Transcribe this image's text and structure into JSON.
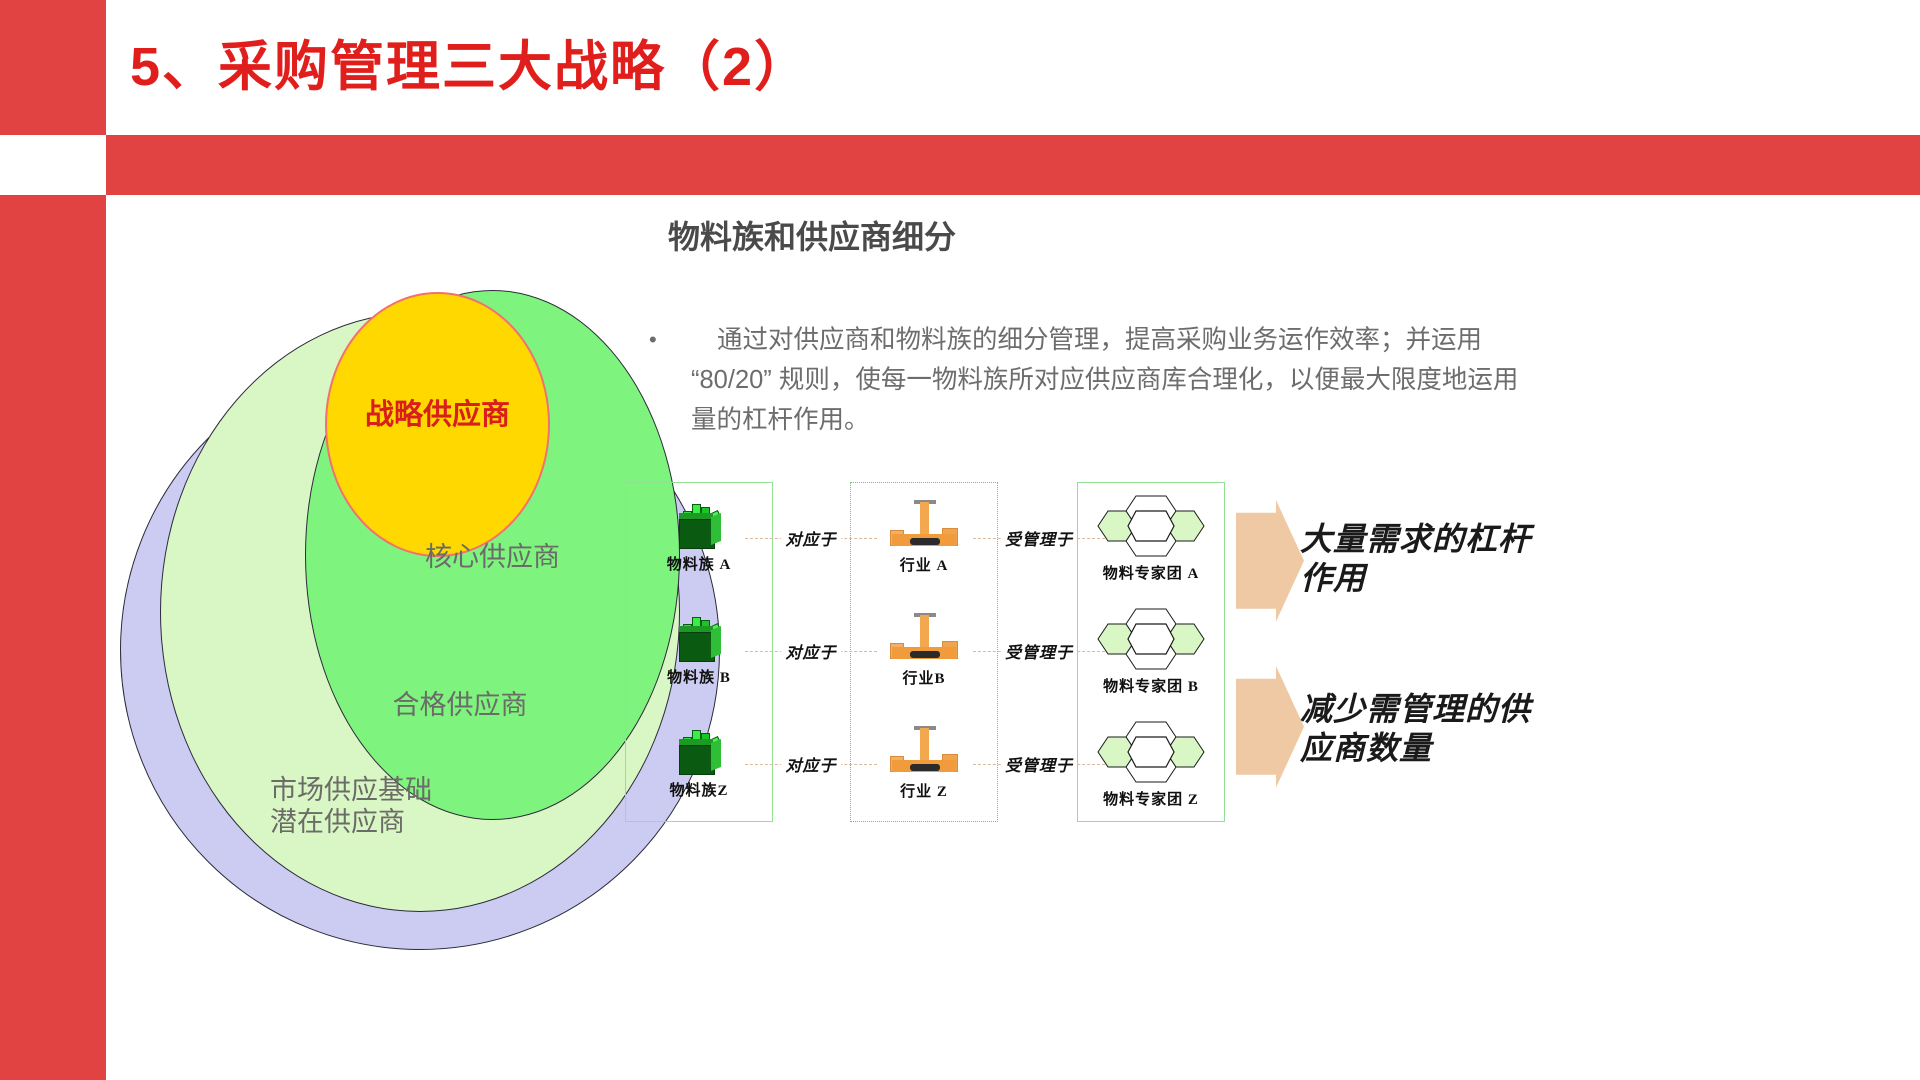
{
  "slide": {
    "title": "5、采购管理三大战略（2）",
    "accent_red": "#e04341",
    "title_red": "#e01f1c"
  },
  "venn": {
    "strategic": "战略供应商",
    "core": "核心供应商",
    "qualified": "合格供应商",
    "base": "市场供应基础\n潜在供应商",
    "colors": {
      "strategic": "#ffd800",
      "strategic_border": "#f2706e",
      "core": "#7ef47e",
      "qualified": "#d9f7c4",
      "base": "#ccccf2"
    }
  },
  "right": {
    "subheading": "物料族和供应商细分",
    "bullet_marker": "•",
    "bullet_text": "通过对供应商和物料族的细分管理，提高采购业务运作效率；并运用 “80/20” 规则，使每一物料族所对应供应商库合理化，以便最大限度地运用量的杠杆作用。"
  },
  "flow": {
    "columns": {
      "material": {
        "icon": "material-crate-icon"
      },
      "industry": {
        "icon": "industry-forklift-icon"
      },
      "expert": {
        "icon": "expert-hexagon-icon"
      }
    },
    "rows": [
      {
        "material": "物料族 A",
        "connector1": "对应于",
        "industry": "行业 A",
        "connector2": "受管理于",
        "expert": "物料专家团 A"
      },
      {
        "material": "物料族 B",
        "connector1": "对应于",
        "industry": "行业B",
        "connector2": "受管理于",
        "expert": "物料专家团 B"
      },
      {
        "material": "物料族Z",
        "connector1": "对应于",
        "industry": "行业 Z",
        "connector2": "受管理于",
        "expert": "物料专家团 Z"
      }
    ]
  },
  "callouts": {
    "color": "#eec9a4",
    "items": [
      {
        "text": "大量需求的杠杆作用"
      },
      {
        "text": "减少需管理的供应商数量"
      }
    ]
  }
}
